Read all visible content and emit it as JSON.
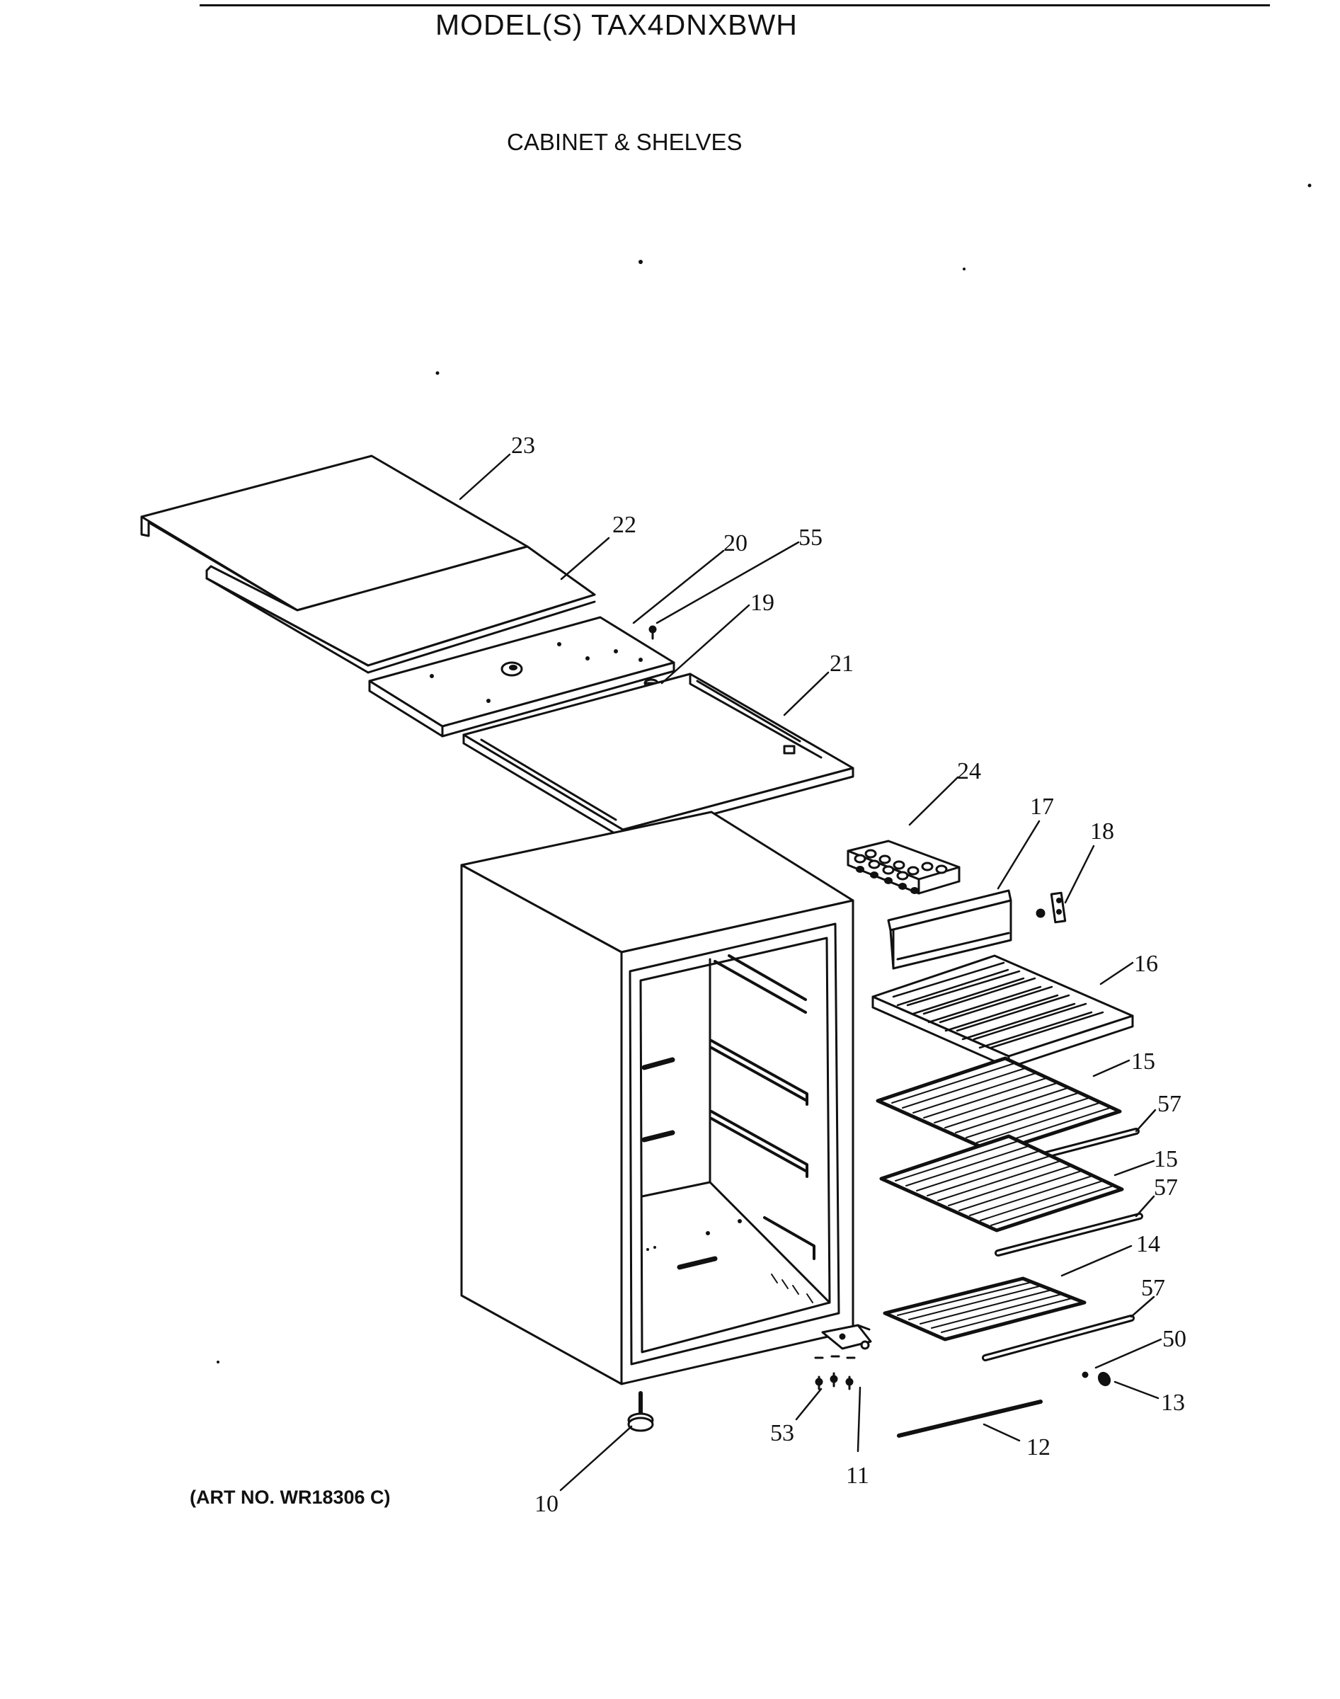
{
  "header": {
    "model_label": "MODEL(S) TAX4DNXBWH",
    "section_title": "CABINET & SHELVES"
  },
  "footer": {
    "art_number": "(ART NO. WR18306 C)"
  },
  "callouts": {
    "c10": "10",
    "c11": "11",
    "c12": "12",
    "c13": "13",
    "c14": "14",
    "c15a": "15",
    "c15b": "15",
    "c16": "16",
    "c17": "17",
    "c18": "18",
    "c19": "19",
    "c20": "20",
    "c21": "21",
    "c22": "22",
    "c23": "23",
    "c24": "24",
    "c50": "50",
    "c53": "53",
    "c55": "55",
    "c57a": "57",
    "c57b": "57",
    "c57c": "57"
  }
}
